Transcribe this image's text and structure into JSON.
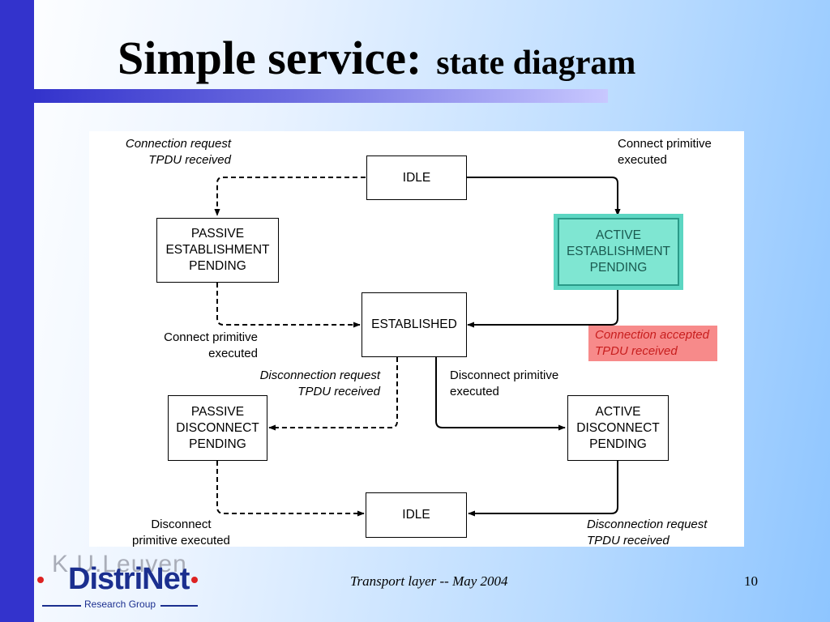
{
  "slide": {
    "title_main": "Simple service:",
    "title_sub": "state diagram",
    "footer": "Transport layer  --  May 2004",
    "page_number": "10"
  },
  "logo": {
    "watermark": "K.U.Leuven",
    "name": "DistriNet",
    "tagline": "Research Group"
  },
  "diagram": {
    "states": {
      "idle_top": "IDLE",
      "passive_establishment": "PASSIVE\nESTABLISHMENT\nPENDING",
      "active_establishment": "ACTIVE\nESTABLISHMENT\nPENDING",
      "established": "ESTABLISHED",
      "passive_disconnect": "PASSIVE\nDISCONNECT\nPENDING",
      "active_disconnect": "ACTIVE\nDISCONNECT\nPENDING",
      "idle_bottom": "IDLE"
    },
    "labels": {
      "conn_request_tpdu": "Connection request\nTPDU received",
      "connect_primitive_top": "Connect primitive\nexecuted",
      "connect_primitive_left": "Connect primitive\nexecuted",
      "conn_accepted_tpdu": "Connection accepted\nTPDU received",
      "disconn_request_tpdu_mid": "Disconnection request\nTPDU received",
      "disconnect_primitive_mid": "Disconnect primitive\nexecuted",
      "disconnect_primitive_bottom": "Disconnect\nprimitive executed",
      "disconn_request_tpdu_bottom": "Disconnection request\nTPDU received"
    },
    "colors": {
      "highlight_state": "#7fe6d2",
      "highlight_label": "#f78a8a",
      "accent_bar": "#3333cc"
    }
  }
}
